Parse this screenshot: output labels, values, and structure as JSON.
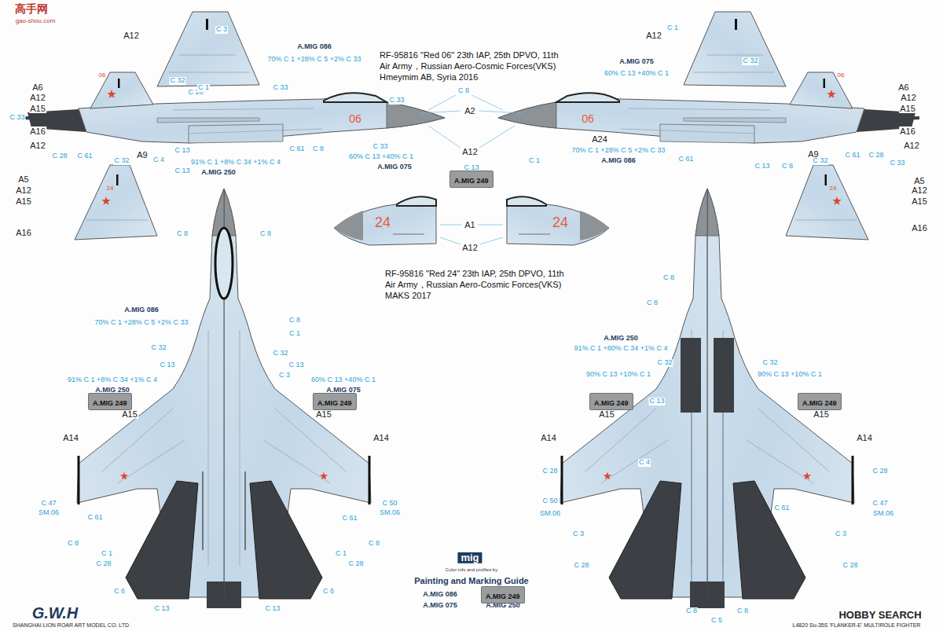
{
  "diagram": {
    "nodes": [
      {
        "text": [
          "A.MIG 249"
        ]
      },
      {
        "text": [
          "A.MIG 249"
        ]
      },
      {
        "text": [
          "A.MIG 249"
        ]
      },
      {
        "text": [
          "A.MIG 249"
        ]
      },
      {
        "text": [
          "A.MIG 249"
        ]
      },
      {
        "text": [
          "A.MIG 249"
        ]
      }
    ],
    "labels": [
      "A12",
      "C 3",
      "A.MIG 086",
      "70% C 1 +28% C 5 +2% C 33",
      "C 32",
      "A6",
      "A12",
      "A15",
      "06",
      "C 26",
      "C 33",
      "C 1",
      "C 13",
      "C 33",
      "A16",
      "06",
      "A12",
      "C 28",
      "C 61",
      "C 32",
      "A9",
      "C 4",
      "C 61",
      "C 8",
      "C 33",
      "91% C 1 +8% C 34 +1% C 4",
      "C 13",
      "A.MIG 250",
      "60% C 13 +40% C 1",
      "A.MIG 075",
      "RF-95816 \"Red 06\"  23th IAP, 25th DPVO, 11th Air Army，Russian Aero-Cosmic Forces(VKS) Hmeymim AB, Syria 2016",
      "C 8",
      "C 33",
      "A2",
      "A12",
      "C 13",
      "A12",
      "C 1",
      "A.MIG 075",
      "60% C 13 +40% C 1",
      "C 32",
      "06",
      "A6",
      "A12",
      "A15",
      "06",
      "A16",
      "A24",
      "A12",
      "70% C 1 +28% C 5 +2% C 33",
      "A.MIG 086",
      "C 1",
      "C 61",
      "C 13",
      "C 8",
      "A9",
      "C 32",
      "C 61",
      "C 28",
      "C 33",
      "A5",
      "A12",
      "A15",
      "A16",
      "24",
      "A5",
      "A12",
      "A15",
      "A16",
      "24",
      "24",
      "24",
      "A1",
      "A12",
      "RF-95816 \"Red 24\" 23th IAP, 25th DPVO, 11th Air Army，Russian Aero-Cosmic Forces(VKS) MAKS 2017",
      "C 8",
      "C 8",
      "A.MIG 086",
      "70% C 1 +28% C 5 +2% C 33",
      "C 8",
      "C 1",
      "C 32",
      "C 32",
      "C 13",
      "C 13",
      "C 3",
      "60% C 13 +40% C 1",
      "91% C 1 +8% C 34 +1% C 4",
      "A.MIG 250",
      "A.MIG 075",
      "A15",
      "A15",
      "A14",
      "A14",
      "C 47",
      "SM.06",
      "C 50",
      "SM.06",
      "C 61",
      "C 61",
      "C 8",
      "C 8",
      "C 1",
      "C 1",
      "C 28",
      "C 28",
      "C 6",
      "C 6",
      "C 13",
      "C 13",
      "C 8",
      "C 8",
      "A.MIG 250",
      "91% C 1 +80% C 34 +1% C 4",
      "C 32",
      "C 32",
      "90% C 13 +10% C 1",
      "90% C 13 +10% C 1",
      "C 13",
      "A15",
      "A15",
      "A14",
      "A14",
      "C 28",
      "C 28",
      "C 4",
      "C 50",
      "SM.06",
      "C 61",
      "C 47",
      "SM.06",
      "C 3",
      "C 3",
      "C 28",
      "C 28",
      "C 8",
      "C 8",
      "C 5",
      "Color info and profiles by",
      "Painting and Marking Guide",
      "A.MIG 086",
      "A.MIG 075",
      "A.MIG 250",
      "G.W.H",
      "SHANGHAI LION ROAR ART MODEL CO. LTD",
      "HOBBY SEARCH",
      "L4820 Su-35S 'FLANKER-E' MULTIROLE FIGHTER",
      "高手网",
      "gao-shou.com",
      "mig"
    ]
  }
}
